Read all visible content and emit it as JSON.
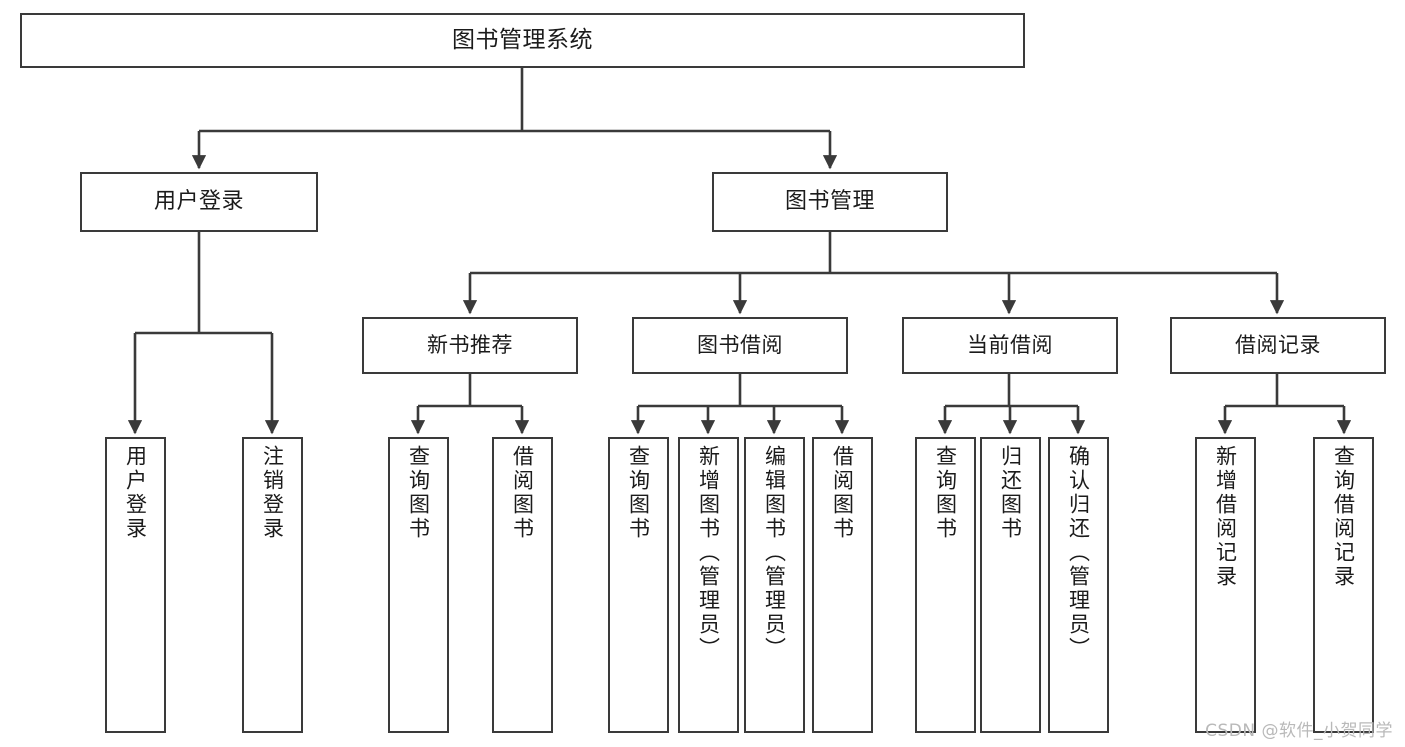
{
  "diagram": {
    "title": "图书管理系统",
    "type": "tree-hierarchy-diagram",
    "root": {
      "id": "root",
      "label": "图书管理系统"
    },
    "level2": [
      {
        "id": "user-login",
        "label": "用户登录"
      },
      {
        "id": "book-manage",
        "label": "图书管理"
      }
    ],
    "level3": [
      {
        "id": "new-book-rec",
        "label": "新书推荐"
      },
      {
        "id": "book-borrow",
        "label": "图书借阅"
      },
      {
        "id": "current-borrow",
        "label": "当前借阅"
      },
      {
        "id": "borrow-record",
        "label": "借阅记录"
      }
    ],
    "leaves": {
      "user_login": [
        {
          "id": "leaf-user-login",
          "label": "用户登录"
        },
        {
          "id": "leaf-logout",
          "label": "注销登录"
        }
      ],
      "new_book_rec": [
        {
          "id": "leaf-query-book-1",
          "label": "查询图书"
        },
        {
          "id": "leaf-borrow-book-1",
          "label": "借阅图书"
        }
      ],
      "book_borrow": [
        {
          "id": "leaf-query-book-2",
          "label": "查询图书"
        },
        {
          "id": "leaf-add-book",
          "label": "新增图书（管理员）"
        },
        {
          "id": "leaf-edit-book",
          "label": "编辑图书（管理员）"
        },
        {
          "id": "leaf-borrow-book-2",
          "label": "借阅图书"
        }
      ],
      "current_borrow": [
        {
          "id": "leaf-query-book-3",
          "label": "查询图书"
        },
        {
          "id": "leaf-return-book",
          "label": "归还图书"
        },
        {
          "id": "leaf-confirm-return",
          "label": "确认归还（管理员）"
        }
      ],
      "borrow_record": [
        {
          "id": "leaf-add-record",
          "label": "新增借阅记录"
        },
        {
          "id": "leaf-query-record",
          "label": "查询借阅记录"
        }
      ]
    }
  },
  "watermark": {
    "text": "CSDN @软件_小贺同学"
  },
  "colors": {
    "stroke": "#3a3a3a",
    "text": "#1b1b1b",
    "background": "#ffffff",
    "watermark": "#b9b9b9"
  }
}
